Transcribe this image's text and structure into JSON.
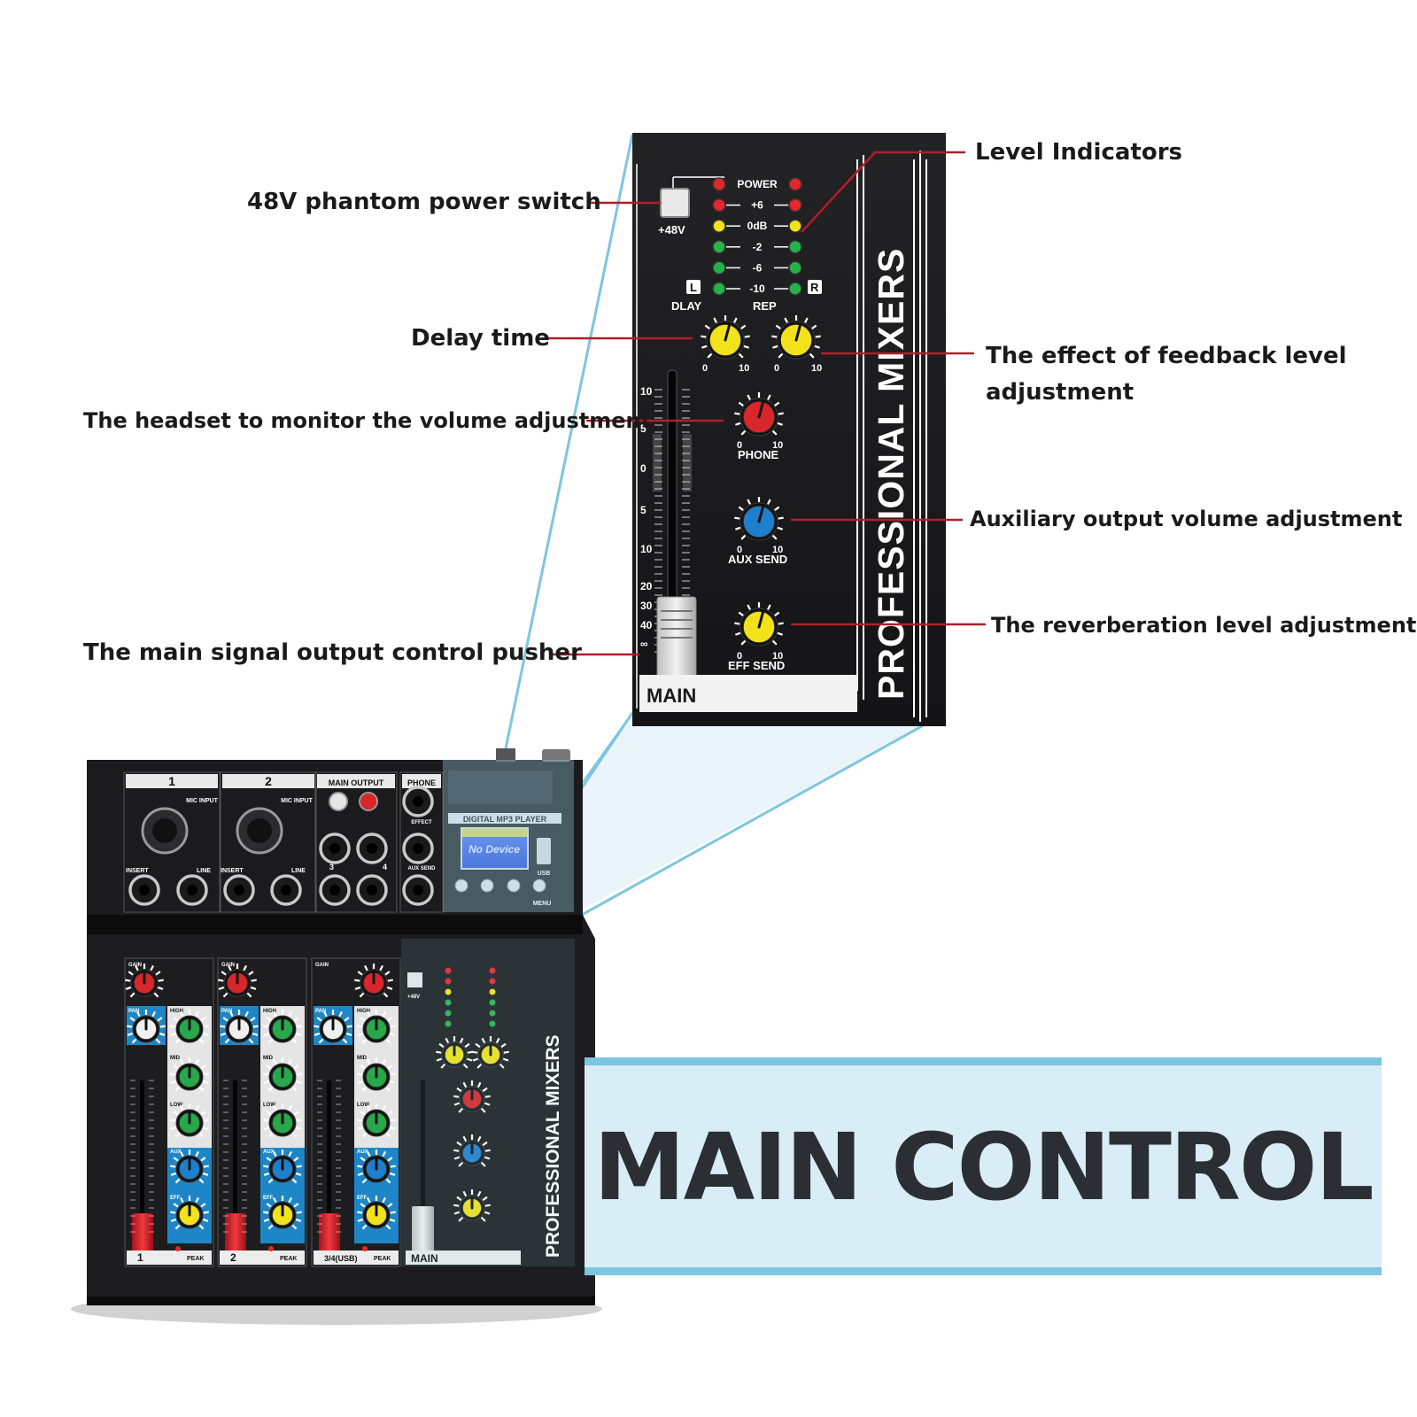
{
  "banner": {
    "title": "MAIN CONTROL"
  },
  "callouts": {
    "phantom": "48V phantom power switch",
    "level": "Level Indicators",
    "delay": "Delay time",
    "feedback": "The effect of feedback level adjustment",
    "headset": "The headset to monitor the volume adjustment",
    "aux": "Auxiliary output volume adjustment",
    "reverb": "The reverberation level adjustment",
    "pusher": "The main signal output control pusher"
  },
  "panel": {
    "brand_vertical": "PROFESSIONAL MIXERS",
    "phantom_label": "+48V",
    "meter_labels": [
      "POWER",
      "+6",
      "0dB",
      "-2",
      "-6",
      "-10"
    ],
    "left_tag": "L",
    "right_tag": "R",
    "dlay_label": "DLAY",
    "rep_label": "REP",
    "phone_label": "PHONE",
    "aux_send_label": "AUX SEND",
    "eff_send_label": "EFF SEND",
    "scale_min": "0",
    "scale_max": "10",
    "fader_scale": [
      "10",
      "5",
      "0",
      "5",
      "10",
      "20",
      "30",
      "40",
      "∞"
    ],
    "main_label": "MAIN"
  },
  "mixer": {
    "channels": [
      "1",
      "2",
      "3/4(USB)"
    ],
    "main_output": "MAIN OUTPUT",
    "phone": "PHONE",
    "effect": "EFFECT",
    "aux_send": "AUX SEND",
    "mic_input": "MIC INPUT",
    "insert": "INSERT",
    "line": "LINE",
    "mp3_player": "DIGITAL MP3 PLAYER",
    "lcd_text": "No Device",
    "usb": "USB",
    "menu": "MENU",
    "gain": "GAIN",
    "pan": "PAN",
    "high": "HIGH",
    "mid": "MID",
    "low": "LOW",
    "aux": "AUX",
    "eff": "EFF",
    "peak": "PEAK",
    "input_3": "3",
    "input_4": "4"
  },
  "colors": {
    "panel": "#1c1c1e",
    "highlight_blue": "#7dc5e0",
    "banner_bg": "#d9edf6",
    "leader_red": "#b01e2a",
    "knob_yellow": "#f1e21b",
    "knob_red": "#d8262b",
    "knob_blue": "#1f7fcf",
    "knob_green": "#27a84a",
    "strip_blue": "#1e86c6"
  }
}
